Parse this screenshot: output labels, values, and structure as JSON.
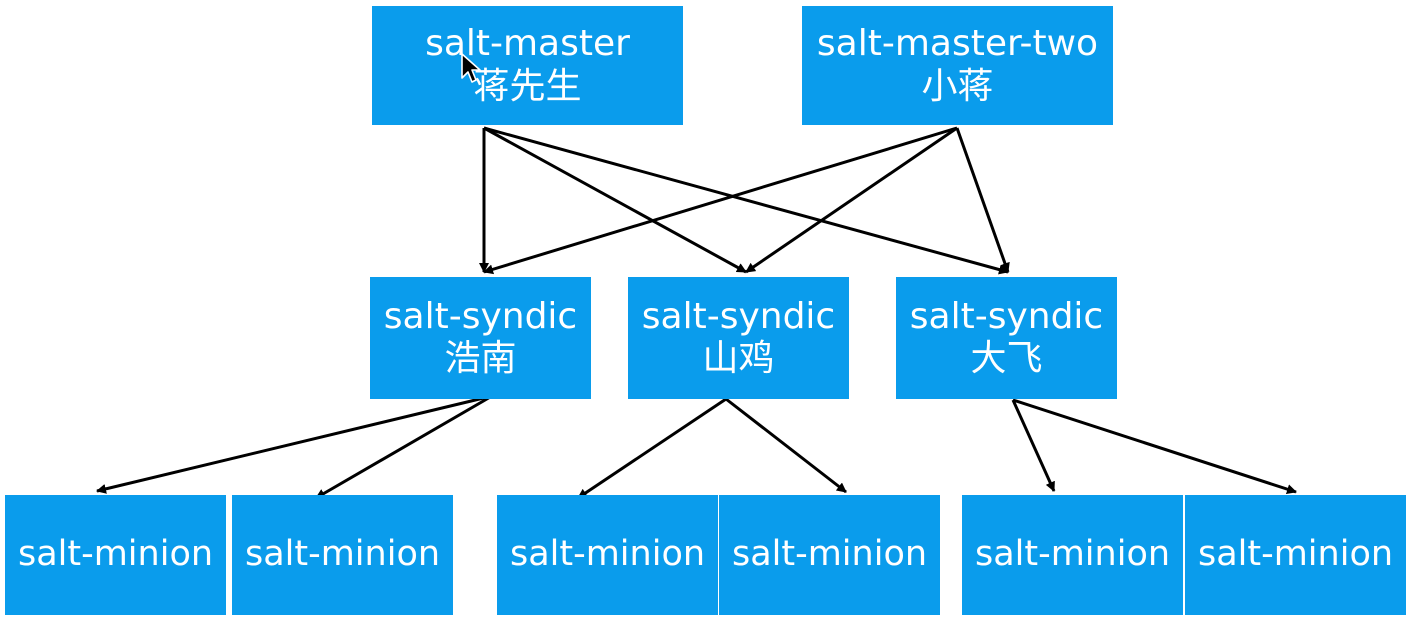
{
  "colors": {
    "node_fill": "#0a9cec",
    "node_text": "#ffffff",
    "arrow": "#000000",
    "background": "#ffffff"
  },
  "masters": [
    {
      "name": "salt-master",
      "owner": "蒋先生"
    },
    {
      "name": "salt-master-two",
      "owner": "小蒋"
    }
  ],
  "syndics": [
    {
      "name": "salt-syndic",
      "owner": "浩南"
    },
    {
      "name": "salt-syndic",
      "owner": "山鸡"
    },
    {
      "name": "salt-syndic",
      "owner": "大飞"
    }
  ],
  "minions": [
    {
      "name": "salt-minion"
    },
    {
      "name": "salt-minion"
    },
    {
      "name": "salt-minion"
    },
    {
      "name": "salt-minion"
    },
    {
      "name": "salt-minion"
    },
    {
      "name": "salt-minion"
    }
  ],
  "edges": [
    {
      "from": "masters.0",
      "to": "syndics.0"
    },
    {
      "from": "masters.0",
      "to": "syndics.1"
    },
    {
      "from": "masters.0",
      "to": "syndics.2"
    },
    {
      "from": "masters.1",
      "to": "syndics.0"
    },
    {
      "from": "masters.1",
      "to": "syndics.1"
    },
    {
      "from": "masters.1",
      "to": "syndics.2"
    },
    {
      "from": "syndics.0",
      "to": "minions.0"
    },
    {
      "from": "syndics.0",
      "to": "minions.1"
    },
    {
      "from": "syndics.1",
      "to": "minions.2"
    },
    {
      "from": "syndics.1",
      "to": "minions.3"
    },
    {
      "from": "syndics.2",
      "to": "minions.4"
    },
    {
      "from": "syndics.2",
      "to": "minions.5"
    }
  ]
}
